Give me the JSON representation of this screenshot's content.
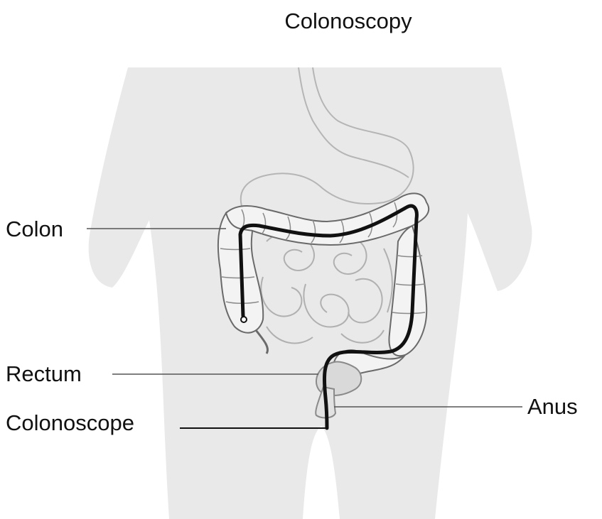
{
  "title": "Colonoscopy",
  "labels": {
    "colon": "Colon",
    "rectum": "Rectum",
    "colonoscope": "Colonoscope",
    "anus": "Anus"
  },
  "colors": {
    "body_fill": "#e9e9e9",
    "organ_outline": "#b5b5b5",
    "colon_outline": "#6a6a6a",
    "scope": "#111111",
    "leader_line": "#555555"
  }
}
